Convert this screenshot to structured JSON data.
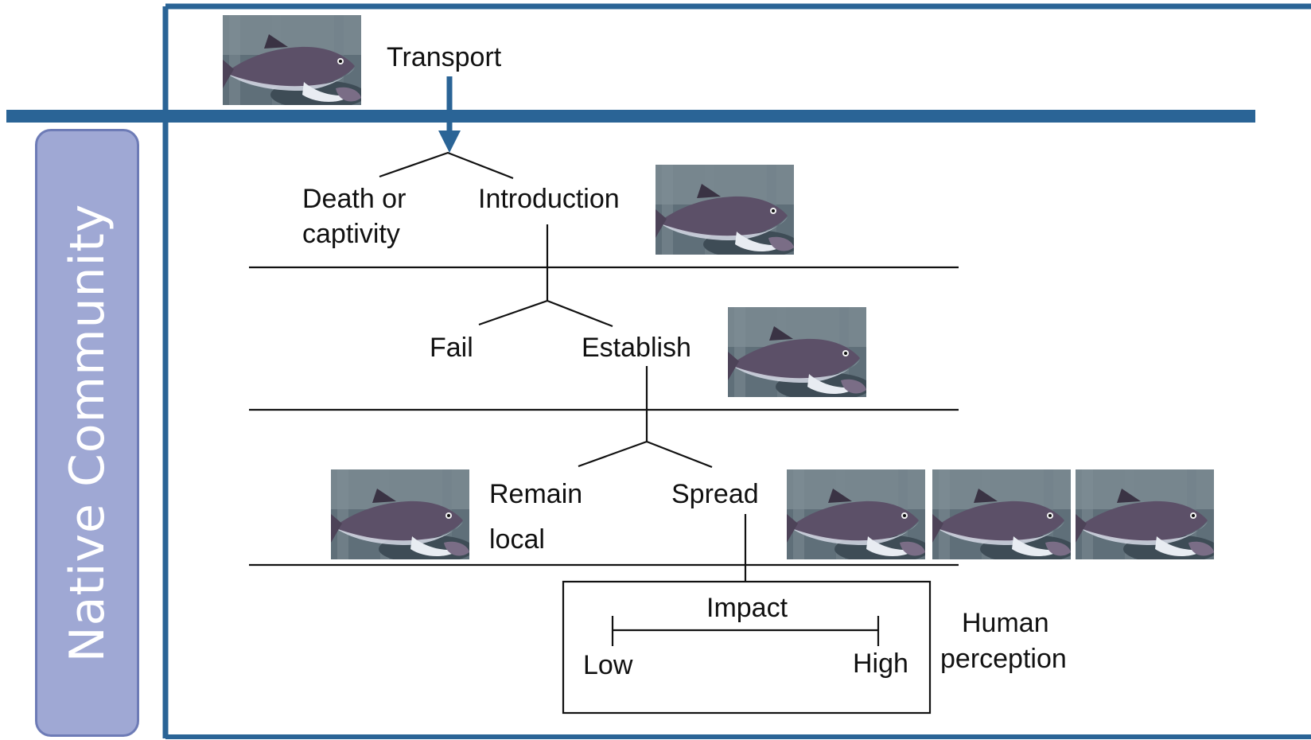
{
  "side_label": "Native Community",
  "stages": {
    "transport": "Transport",
    "death_line1": "Death or",
    "death_line2": "captivity",
    "introduction": "Introduction",
    "fail": "Fail",
    "establish": "Establish",
    "remain_line1": "Remain",
    "remain_line2": "local",
    "spread": "Spread"
  },
  "impact_box": {
    "title": "Impact",
    "low": "Low",
    "high": "High"
  },
  "perception": {
    "line1": "Human",
    "line2": "perception"
  },
  "colors": {
    "frame": "#2a6496",
    "side_box_fill": "#9fa8d4",
    "side_box_border": "#6d7bb6"
  }
}
